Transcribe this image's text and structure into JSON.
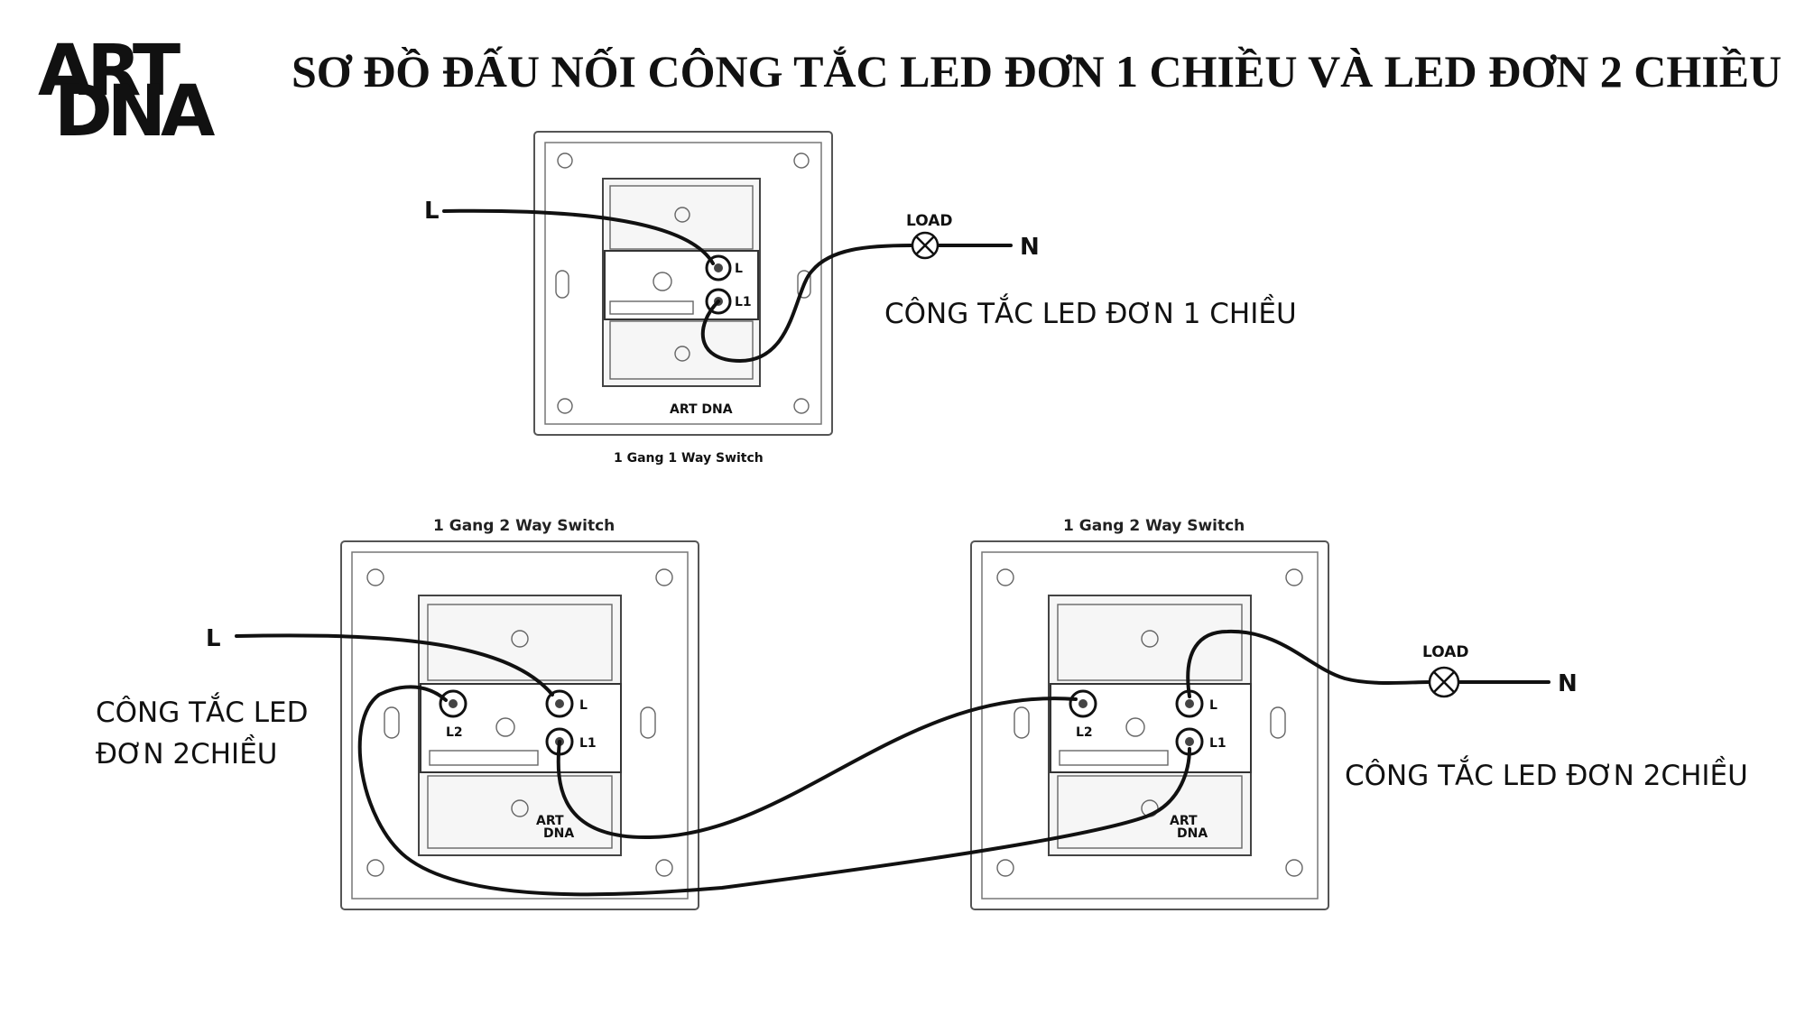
{
  "logo": {
    "line1": "ART",
    "line2": "DNA"
  },
  "title": "SƠ ĐỒ ĐẤU NỐI CÔNG TẮC LED ĐƠN 1 CHIỀU VÀ LED ĐƠN 2 CHIỀU",
  "one_way": {
    "switch_caption": "1 Gang 1 Way Switch",
    "live_label": "L",
    "neutral_label": "N",
    "load_label": "LOAD",
    "terminal_L": "L",
    "terminal_L1": "L1",
    "description": "CÔNG TẮC LED ĐƠN 1 CHIỀU",
    "brand": "ART DNA"
  },
  "two_way": {
    "left_switch_title": "1 Gang 2 Way Switch",
    "right_switch_title": "1 Gang 2 Way Switch",
    "live_label": "L",
    "neutral_label": "N",
    "load_label": "LOAD",
    "terminal_L": "L",
    "terminal_L1": "L1",
    "terminal_L2": "L2",
    "left_description_line1": "CÔNG TẮC LED",
    "left_description_line2": "ĐƠN 2CHIỀU",
    "right_description": "CÔNG TẮC LED ĐƠN 2CHIỀU",
    "brand_line1": "ART",
    "brand_line2": "DNA"
  }
}
